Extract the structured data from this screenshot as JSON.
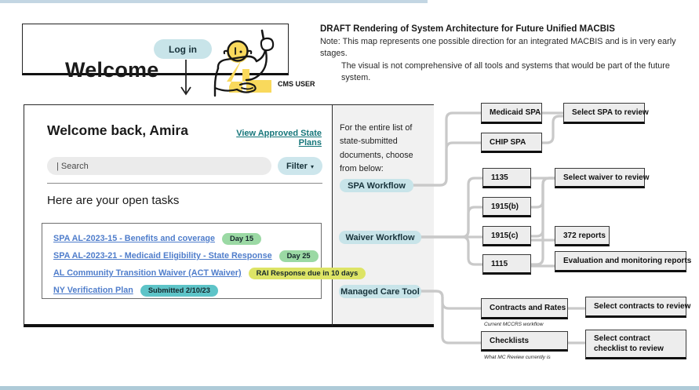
{
  "banner": {
    "title": "Welcome",
    "login_label": "Log in",
    "user_label": "CMS USER"
  },
  "note": {
    "title": "DRAFT Rendering of System Architecture for Future Unified MACBIS",
    "line1": "Note: This map represents one possible direction for an integrated MACBIS and is in very early stages.",
    "line2": "The visual is not comprehensive of all tools and systems that would be part of the future system."
  },
  "dashboard": {
    "greeting": "Welcome back, Amira",
    "approved_link": "View Approved State Plans",
    "search_value": "| Search",
    "filter_label": "Filter",
    "tasks_heading": "Here are your open tasks",
    "tasks": [
      {
        "label": "SPA AL-2023-15 - Benefits and coverage",
        "badge": "Day 15",
        "badge_color": "#9bd9a4"
      },
      {
        "label": "SPA AL-2023-21 - Medicaid Eligibility - State Response",
        "badge": "Day 25",
        "badge_color": "#9bd9a4"
      },
      {
        "label": "AL Community Transition Waiver (ACT Waiver)",
        "badge": "RAI Response due in 10 days",
        "badge_color": "#dde466"
      },
      {
        "label": "NY Verification Plan",
        "badge": "Submitted 2/10/23",
        "badge_color": "#5ec4c8"
      }
    ]
  },
  "selector": {
    "intro": "For the entire list of state-submitted documents, choose from below:",
    "spa_workflow": "SPA Workflow",
    "waiver_workflow": "Waiver Workflow",
    "managed_care_tool": "Managed Care Tool"
  },
  "flowchart": {
    "medicaid_spa": "Medicaid SPA",
    "chip_spa": "CHIP SPA",
    "select_spa": "Select SPA to review",
    "waiver_1135": "1135",
    "waiver_1915b": "1915(b)",
    "waiver_1915c": "1915(c)",
    "waiver_1115": "1115",
    "select_waiver": "Select waiver to review",
    "reports_372": "372 reports",
    "evaluation_reports": "Evaluation and monitoring reports",
    "contracts_and_rates": "Contracts and Rates",
    "contracts_caption": "Current MCCRS workflow",
    "select_contracts": "Select contracts to review",
    "checklists": "Checklists",
    "checklists_caption": "What MC Review currently is",
    "select_checklist": "Select contract checklist to review"
  },
  "icons": {
    "caret_down": "▾"
  },
  "colors": {
    "accent_blue_button": "#c8e4e9",
    "teal_link": "#16767a",
    "task_link_blue": "#4f7dcb",
    "badge_green": "#9bd9a4",
    "badge_yellow": "#dde466",
    "badge_teal": "#5ec4c8",
    "node_fill": "#ededed",
    "connector_gray": "#c9c9c9",
    "illustration_yellow": "#f9d95c",
    "gray_column": "#f1f1f1"
  }
}
